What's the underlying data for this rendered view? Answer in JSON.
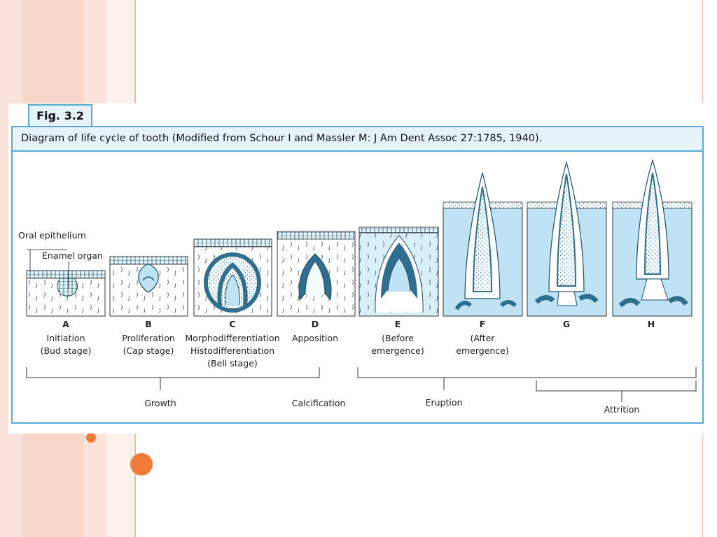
{
  "figure": {
    "tab": "Fig. 3.2",
    "caption": "Diagram of life cycle of tooth (Modified from Schour I and Massler M: J Am Dent Assoc 27:1785, 1940)."
  },
  "labels": {
    "oral_epithelium": "Oral epithelium",
    "enamel_organ": "Enamel organ"
  },
  "stages": [
    {
      "letter": "A",
      "lines": [
        "Initiation",
        "(Bud stage)"
      ]
    },
    {
      "letter": "B",
      "lines": [
        "Proliferation",
        "(Cap stage)"
      ]
    },
    {
      "letter": "C",
      "lines": [
        "Morphodifferentiation",
        "Histodifferentiation",
        "(Bell stage)"
      ]
    },
    {
      "letter": "D",
      "lines": [
        "Apposition"
      ]
    },
    {
      "letter": "E",
      "lines": [
        "(Before",
        "emergence)"
      ]
    },
    {
      "letter": "F",
      "lines": [
        "(After",
        "emergence)"
      ]
    },
    {
      "letter": "G",
      "lines": []
    },
    {
      "letter": "H",
      "lines": []
    }
  ],
  "phases": {
    "growth": "Growth",
    "calcification": "Calcification",
    "eruption": "Eruption",
    "attrition": "Attrition"
  },
  "colors": {
    "accent": "#5aa9d3",
    "tissue": "#bfe3f5",
    "dark_tissue": "#2f6e8c",
    "slide_stripe": "#f9d6ca",
    "bullet": "#f47a3a"
  }
}
